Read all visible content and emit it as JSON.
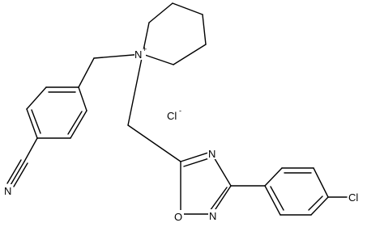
{
  "molecule": {
    "atoms": {
      "n_plus": {
        "symbol": "N",
        "charge": "+"
      },
      "chloride": {
        "symbol": "Cl",
        "charge": "-"
      },
      "nitrile_n": {
        "symbol": "N"
      },
      "oxadiazole_n_top": {
        "symbol": "N"
      },
      "oxadiazole_n_bottom": {
        "symbol": "N"
      },
      "oxadiazole_o": {
        "symbol": "O"
      },
      "aryl_cl": {
        "symbol": "Cl"
      }
    }
  }
}
